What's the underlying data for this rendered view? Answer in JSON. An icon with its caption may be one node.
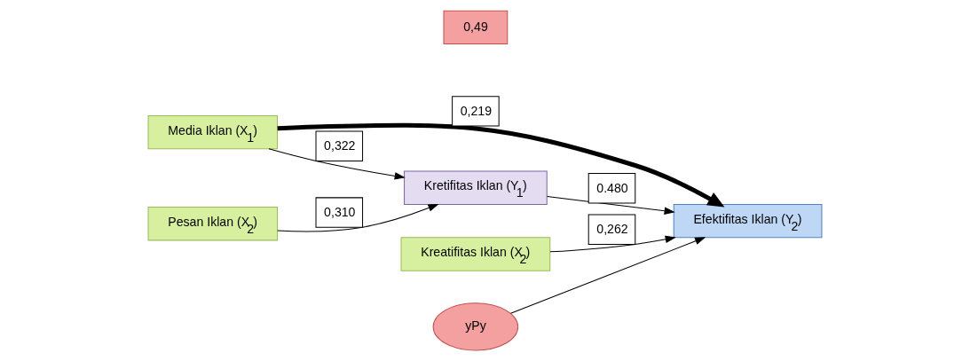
{
  "diagram": {
    "nodes": [
      {
        "text": [
          "Media Iklan (X$_{1}$)"
        ]
      },
      {
        "text": [
          "Kretifitas Iklan (Y$_{1}$)"
        ]
      },
      {
        "text": [
          "Efektifitas Iklan (Y$_{2}$)"
        ]
      },
      {
        "text": [
          "Pesan Iklan (X$_{2}$)"
        ]
      },
      {
        "text": [
          "Kreatifitas Iklan (X$_{2}$)"
        ]
      },
      {
        "text": [
          "yPy"
        ]
      },
      {
        "text": [
          "0,49"
        ]
      }
    ],
    "edges": [
      {
        "from": 0,
        "to": 1,
        "arrow": "to",
        "label": "0,322"
      },
      {
        "from": 3,
        "to": 1,
        "arrow": "to",
        "label": "0,310"
      },
      {
        "from": 1,
        "to": 2,
        "arrow": "to",
        "label": "0.480"
      },
      {
        "from": 4,
        "to": 2,
        "arrow": "to",
        "label": "0,262"
      },
      {
        "from": 0,
        "to": 2,
        "arrow": "to",
        "label": "0,219",
        "style": "thick"
      },
      {
        "from": 5,
        "to": 2,
        "arrow": "to"
      }
    ]
  }
}
